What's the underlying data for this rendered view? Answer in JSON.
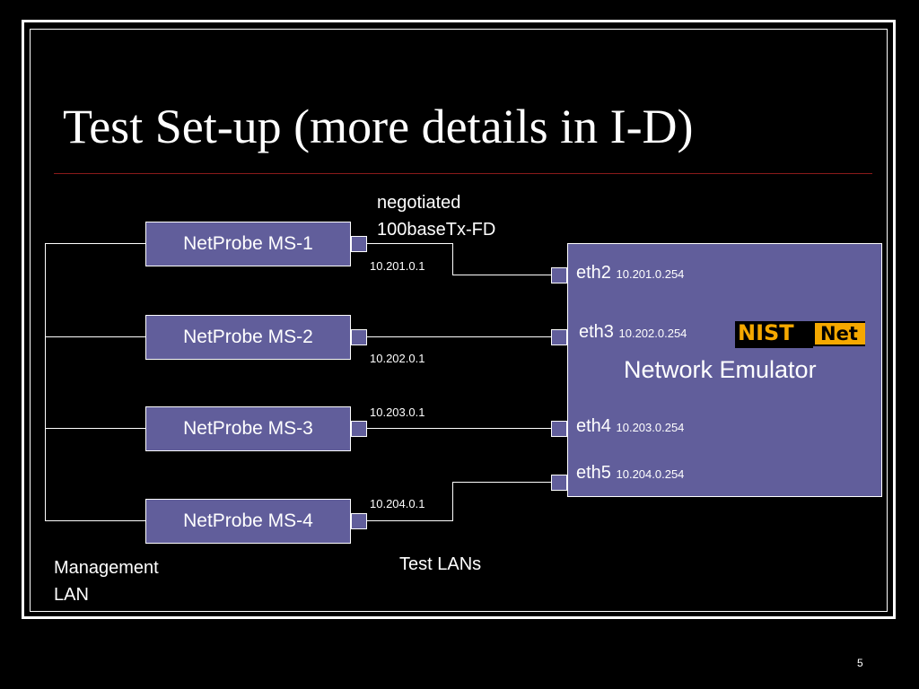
{
  "title": "Test Set-up (more details in I-D)",
  "link_label": [
    "negotiated",
    "100baseTx-FD"
  ],
  "probes": [
    {
      "label": "NetProbe MS-1",
      "ip": "10.201.0.1"
    },
    {
      "label": "NetProbe MS-2",
      "ip": "10.202.0.1"
    },
    {
      "label": "NetProbe MS-3",
      "ip": "10.203.0.1"
    },
    {
      "label": "NetProbe MS-4",
      "ip": "10.204.0.1"
    }
  ],
  "emulator": {
    "name": "Network Emulator",
    "logo": {
      "left": "NIST",
      "right": "Net"
    },
    "interfaces": [
      {
        "name": "eth2",
        "ip": "10.201.0.254"
      },
      {
        "name": "eth3",
        "ip": "10.202.0.254"
      },
      {
        "name": "eth4",
        "ip": "10.203.0.254"
      },
      {
        "name": "eth5",
        "ip": "10.204.0.254"
      }
    ]
  },
  "management_lan": [
    "Management",
    "LAN"
  ],
  "test_lans": "Test LANs",
  "page_number": "5",
  "colors": {
    "background": "#000000",
    "box": "#615e9b",
    "logo": "#f5a800",
    "rule": "#8b1a1a"
  }
}
